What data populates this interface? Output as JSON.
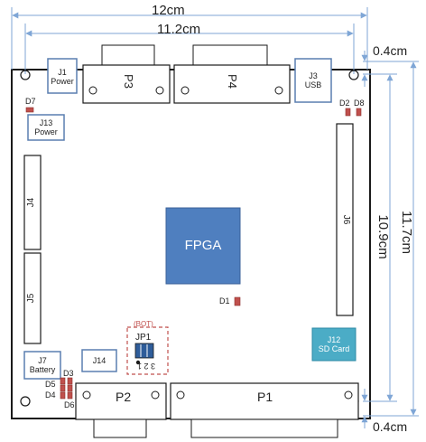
{
  "dimensions": {
    "total_width": "12cm",
    "inner_width": "11.2cm",
    "total_height": "11.7cm",
    "inner_height": "10.9cm",
    "margin_top": "0.4cm",
    "margin_bottom": "0.4cm"
  },
  "connectors": {
    "j1": {
      "name": "J1",
      "sub": "Power"
    },
    "p3": {
      "name": "P3"
    },
    "p4": {
      "name": "P4"
    },
    "j3": {
      "name": "J3",
      "sub": "USB"
    },
    "j13": {
      "name": "J13",
      "sub": "Power"
    },
    "j4": {
      "name": "J4"
    },
    "j5": {
      "name": "J5"
    },
    "j6": {
      "name": "J6"
    },
    "j7": {
      "name": "J7",
      "sub": "Battery"
    },
    "j14": {
      "name": "J14"
    },
    "j12": {
      "name": "J12",
      "sub": "SD Card"
    },
    "p2": {
      "name": "P2"
    },
    "p1": {
      "name": "P1"
    }
  },
  "chip": {
    "name": "FPGA"
  },
  "jumper": {
    "name": "JP1",
    "note": "(BOT)",
    "pins": "3 2 1"
  },
  "leds": {
    "d7": "D7",
    "d2": "D2",
    "d8": "D8",
    "d1": "D1",
    "d3": "D3",
    "d5": "D5",
    "d4": "D4",
    "d6": "D6"
  },
  "colors": {
    "board_outline": "#1a1a1a",
    "connector_outline": "#5a7fb0",
    "dimension_line": "#7fa6d6",
    "fpga_fill": "#4f7fbf",
    "sd_fill": "#4bacc6",
    "led_fill": "#c0504d",
    "jumper_dash": "#c0504d"
  }
}
